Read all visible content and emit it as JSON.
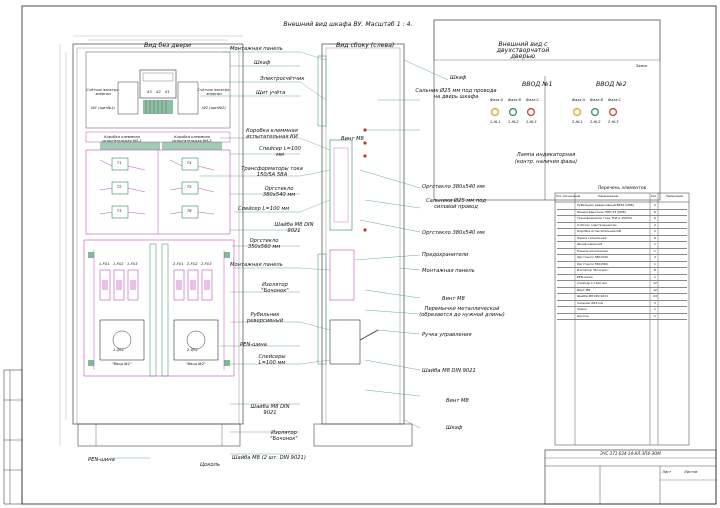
{
  "title": "Внешний вид шкафа ВУ. Масштаб 1 : 4.",
  "views": {
    "front_no_door": "Вид без двери",
    "side_left": "Вид сбоку (слева)",
    "door_outside": "Внешний вид с двухстворчатой дверью"
  },
  "meters": {
    "left": "Счётчик электро-энергии",
    "left_sub": "W1 (щит№1)",
    "right": "Счётчик электро-энергии",
    "right_sub": "W2 (щит№2)",
    "phase_labels": [
      "A3",
      "X2",
      "X1"
    ]
  },
  "test_boxes": {
    "left": "Коробка клеммная испытательная КИ-1",
    "right": "Коробка клеммная испытательная КИ-2"
  },
  "transformers": [
    "T1",
    "T2",
    "T3",
    "T4",
    "T5",
    "T6"
  ],
  "fuse_labels": [
    "1-FU1",
    "1-FU2",
    "1-FU3",
    "2-FU1",
    "2-FU2",
    "2-FU3"
  ],
  "breakers": {
    "left": "1-QS1",
    "left_sub": "\"Ввод №1\"",
    "right": "2-QS1",
    "right_sub": "\"Ввод №2\""
  },
  "inputs": {
    "input1": "ВВОД №1",
    "input2": "ВВОД №2",
    "lamps1": [
      "Фаза A",
      "Фаза B",
      "Фаза C"
    ],
    "lamps2": [
      "Фаза A",
      "Фаза B",
      "Фаза C"
    ],
    "lamp_ids1": [
      "1-HL1",
      "1-HL2",
      "1-HL3"
    ],
    "lamp_ids2": [
      "2-HL1",
      "2-HL2",
      "2-HL3"
    ],
    "indicator_lamps": "Лампа индикаторная",
    "indicator_lamps_sub": "(контр. наличия фазы)",
    "lock": "Замок"
  },
  "callouts_middle": [
    "Монтажная панель",
    "Шкаф",
    "Электросчётчик",
    "Щит учёта",
    "Коробка клеммная испытательная КИ",
    "Спейсер L=100 мм",
    "Трансформаторы тока 150/5А 5ВА",
    "Оргстекло 380x540 мм",
    "Спейсер L=100 мм",
    "Шайба М8 DIN 9021",
    "Оргстекло 350x560 мм",
    "Монтажная панель",
    "Изолятор \"Бочонок\"",
    "Рубильник реверсивный",
    "PEN-шина",
    "Спейсеры L=100 мм",
    "Шайба М8 DIN 9021",
    "Изолятор \"Бочонок\"",
    "Шайба М8 (2 шт. DIN 9021)",
    "Цоколь"
  ],
  "callouts_right": [
    "Шкаф",
    "Сальник Ø25 мм под провода на дверь шкафа",
    "Винт М8",
    "Оргстекло 380x540 мм",
    "Сальники Ø25 мм под силовой провод",
    "Оргстекло 380x540 мм",
    "Предохранители",
    "Монтажная панель",
    "Винт М8",
    "Перемычки металлической (обрезается до нужной длины)",
    "Ручка управления",
    "Шайба М8 DIN 9021",
    "Винт М8",
    "Шкаф"
  ],
  "left_labels": {
    "pen": "PEN-шина"
  },
  "spec": {
    "title": "Перечень элементов",
    "headers": [
      "Поз. обозначение",
      "Наименование",
      "Кол.",
      "Примечание"
    ],
    "rows": [
      {
        "pos": "",
        "name": "Рубильник реверсивный ВР32 (ИЭК)",
        "qty": "2",
        "note": ""
      },
      {
        "pos": "",
        "name": "Предохранитель ППН-33 (ИЭК)",
        "qty": "6",
        "note": ""
      },
      {
        "pos": "",
        "name": "Трансформатор тока ТТИ-А 150/5А",
        "qty": "6",
        "note": ""
      },
      {
        "pos": "",
        "name": "Счётчик электроэнергии",
        "qty": "2",
        "note": ""
      },
      {
        "pos": "",
        "name": "Коробка испытательная КИ",
        "qty": "2",
        "note": ""
      },
      {
        "pos": "",
        "name": "Лампа сигнальная",
        "qty": "6",
        "note": ""
      },
      {
        "pos": "",
        "name": "Шкаф навесной",
        "qty": "1",
        "note": ""
      },
      {
        "pos": "",
        "name": "Панель монтажная",
        "qty": "1",
        "note": ""
      },
      {
        "pos": "",
        "name": "Оргстекло 380x540",
        "qty": "3",
        "note": ""
      },
      {
        "pos": "",
        "name": "Оргстекло 350x560",
        "qty": "1",
        "note": ""
      },
      {
        "pos": "",
        "name": "Изолятор \"Бочонок\"",
        "qty": "8",
        "note": ""
      },
      {
        "pos": "",
        "name": "PEN-шина",
        "qty": "1",
        "note": ""
      },
      {
        "pos": "",
        "name": "Спейсер L=100 мм",
        "qty": "12",
        "note": ""
      },
      {
        "pos": "",
        "name": "Винт М8",
        "qty": "12",
        "note": ""
      },
      {
        "pos": "",
        "name": "Шайба М8 DIN 9021",
        "qty": "24",
        "note": ""
      },
      {
        "pos": "",
        "name": "Сальник Ø25 мм",
        "qty": "3",
        "note": ""
      },
      {
        "pos": "",
        "name": "Замок",
        "qty": "1",
        "note": ""
      },
      {
        "pos": "",
        "name": "Цоколь",
        "qty": "1",
        "note": ""
      }
    ]
  },
  "stamp": {
    "code": "ЭЧС-371-034-14-КЛ.ЭП4-ЭОМ",
    "sheet_label": "Лист",
    "sheets_label": "Листов"
  }
}
